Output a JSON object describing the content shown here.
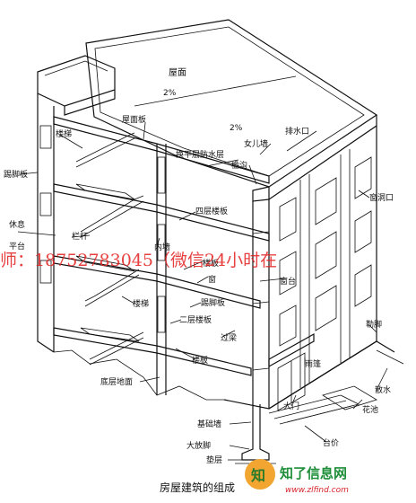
{
  "labels": {
    "wumian": "屋面",
    "slope_a": "2%",
    "slope_b": "2%",
    "wumianban": "屋面板",
    "paishuikou": "排水口",
    "nverqiang": "女儿墙",
    "huanpingceng": "换平层防水层",
    "tiangou": "檐沟",
    "louti": "楼梯",
    "tijiaoban": "踢脚板",
    "chuangdongkou": "窗洞口",
    "sicenglouban": "四层楼板",
    "xiuxi": "休息",
    "pingtai": "平台",
    "lanban": "栏杆",
    "neiqiang": "内墙",
    "louban": "楼板",
    "chuang": "窗",
    "chuangtai": "窗台",
    "loutiliang": "楼梯",
    "tiliangban": "踢脚板",
    "ercenglouban": "二层楼板",
    "guoliang": "过梁",
    "qinjiao": "勒脚",
    "yupeng": "雨篷",
    "sanshui": "散水",
    "dicengdimian": "底层地面",
    "damen": "大门",
    "huachi": "花池",
    "jichuqiang": "基础墙",
    "dafangjiao": "大放脚",
    "taijie": "台价",
    "dianceng": "垫层"
  },
  "watermark": "师：18752783045（微信24小时在",
  "caption": "房屋建筑的组成",
  "logo": {
    "mark": "知",
    "name": "知了信息网",
    "url": "www.zlfind.com"
  }
}
